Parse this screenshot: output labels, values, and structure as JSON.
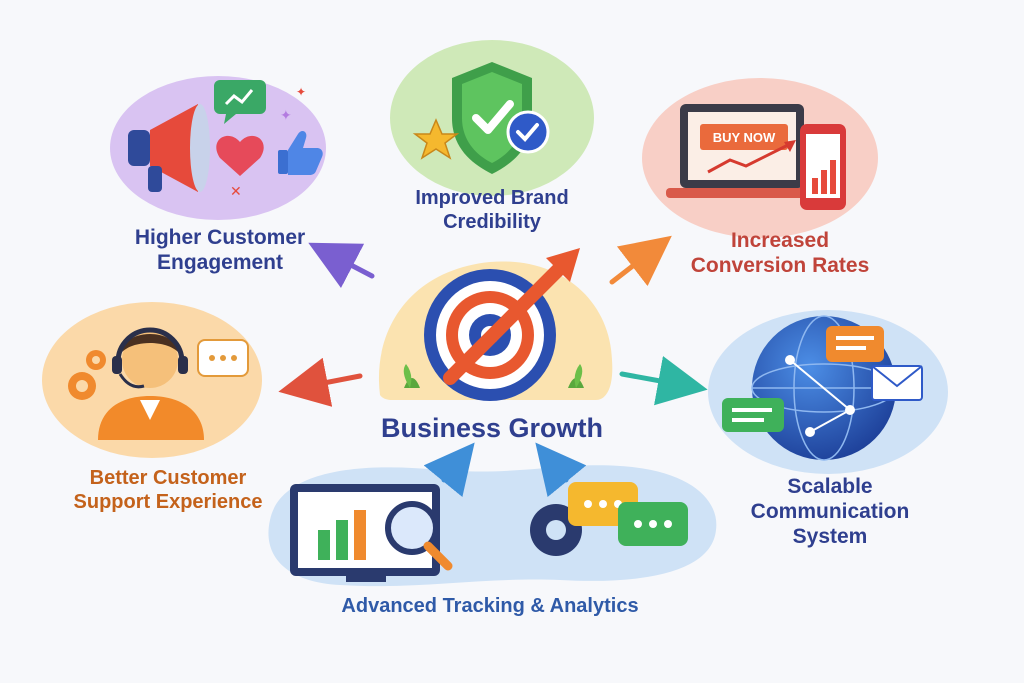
{
  "center": {
    "label": "Business Growth",
    "color": "#2f3f8f"
  },
  "nodes": {
    "credibility": {
      "label": "Improved Brand\nCredibility",
      "color": "#2f3f8f"
    },
    "engagement": {
      "label": "Higher Customer\nEngagement",
      "color": "#2f3f8f"
    },
    "conversion": {
      "label": "Increased\nConversion Rates",
      "color": "#c0443a"
    },
    "support": {
      "label": "Better Customer\nSupport Experience",
      "color": "#c4621b"
    },
    "scalable": {
      "label": "Scalable\nCommunication\nSystem",
      "color": "#2f3f8f"
    },
    "tracking": {
      "label": "Advanced Tracking & Analytics",
      "color": "#2f5aa8"
    }
  },
  "laptop_button": "BUY NOW",
  "colors": {
    "purple_blob": "#d9c3f2",
    "green_blob": "#cfe9b8",
    "pink_blob": "#f8cfc6",
    "orange_blob": "#fbd9a9",
    "blue_blob": "#cfe2f6",
    "center_blob": "#fbe3b0",
    "arrow_purple": "#7a5fd0",
    "arrow_orange": "#f28a3a",
    "arrow_red": "#e0523d",
    "arrow_teal": "#2fb6a3",
    "arrow_blue": "#3f8fd8"
  }
}
